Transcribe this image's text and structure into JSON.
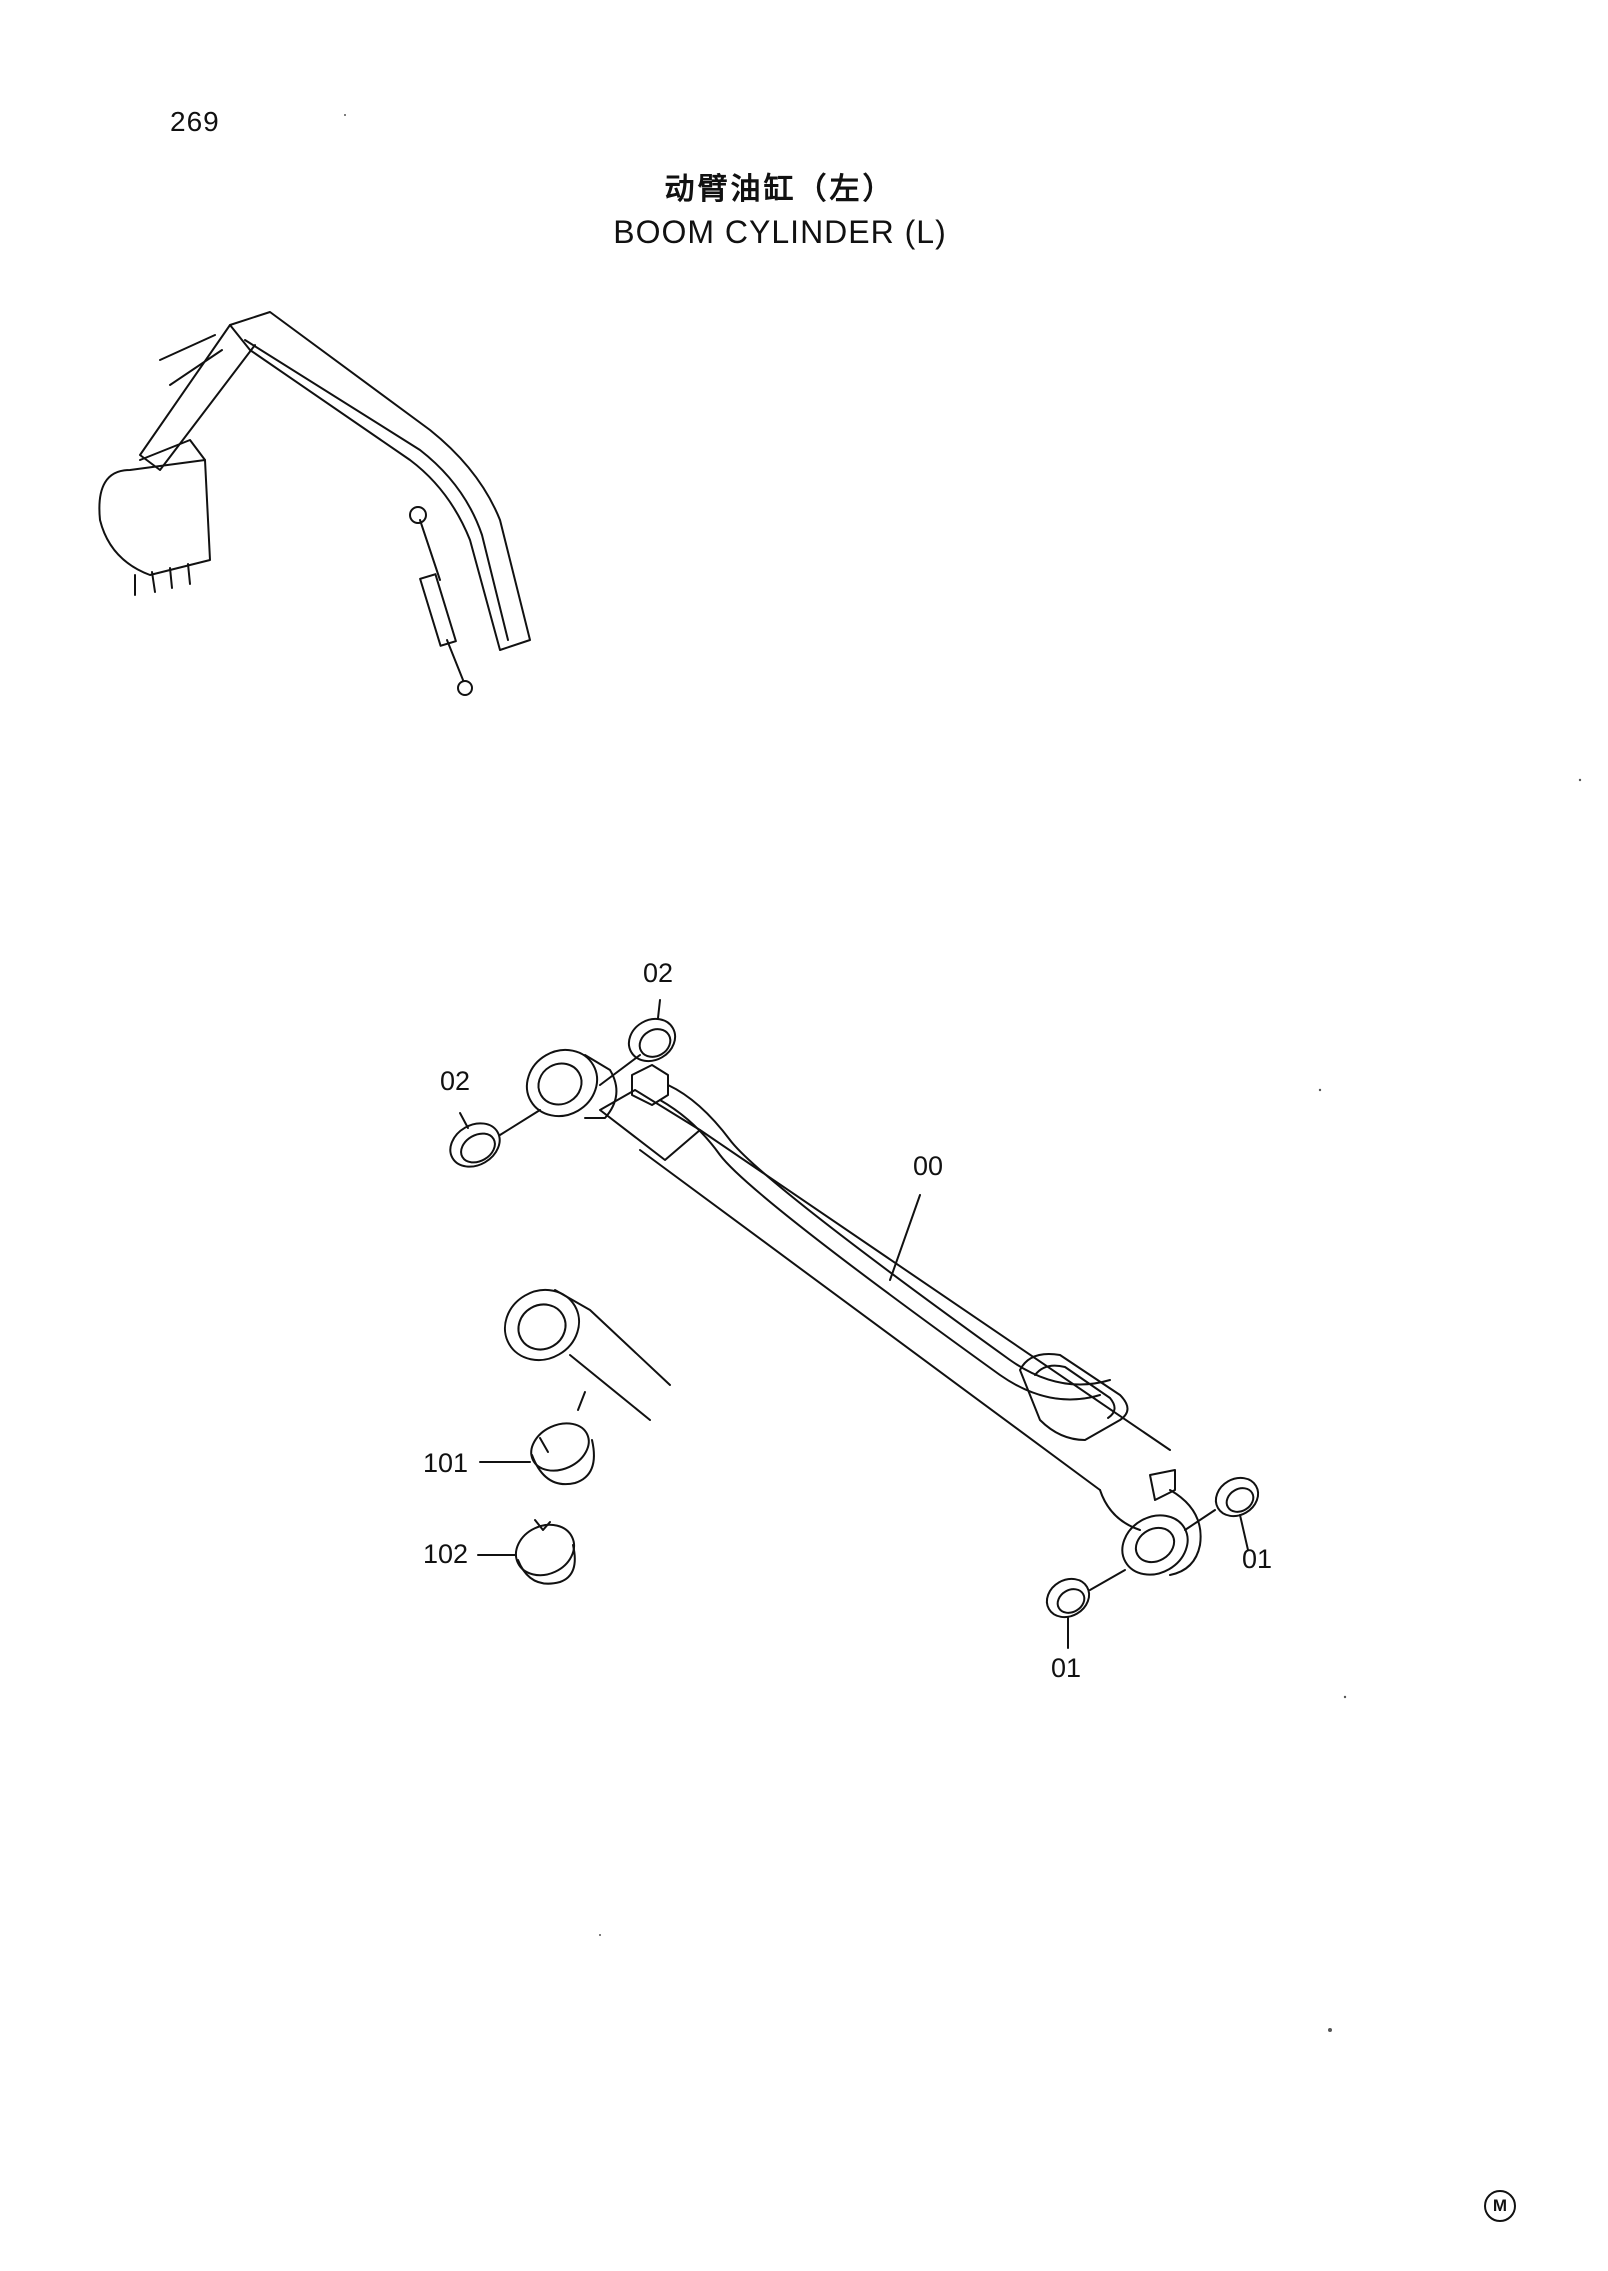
{
  "page_number": "269",
  "title": {
    "chinese": "动臂油缸（左）",
    "english": "BOOM CYLINDER (L)"
  },
  "callouts": {
    "c00": "00",
    "c01a": "01",
    "c01b": "01",
    "c02a": "02",
    "c02b": "02",
    "c101": "101",
    "c102": "102"
  },
  "corner_mark": "M",
  "colors": {
    "ink": "#111111",
    "background": "#ffffff"
  }
}
